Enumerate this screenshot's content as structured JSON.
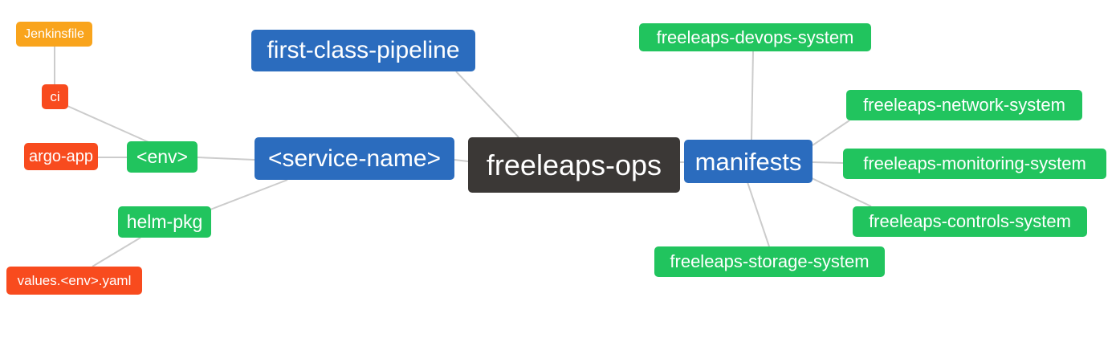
{
  "mindmap": {
    "root": "freeleaps-ops",
    "nodes": {
      "first_class_pipeline": "first-class-pipeline",
      "service_name": "<service-name>",
      "env": "<env>",
      "ci": "ci",
      "jenkinsfile": "Jenkinsfile",
      "argo_app": "argo-app",
      "helm_pkg": "helm-pkg",
      "values_env_yaml": "values.<env>.yaml",
      "manifests": "manifests",
      "devops_system": "freeleaps-devops-system",
      "network_system": "freeleaps-network-system",
      "monitoring_system": "freeleaps-monitoring-system",
      "controls_system": "freeleaps-controls-system",
      "storage_system": "freeleaps-storage-system"
    },
    "edges": [
      [
        "jenkinsfile",
        "ci"
      ],
      [
        "ci",
        "env"
      ],
      [
        "argo_app",
        "env"
      ],
      [
        "env",
        "service_name"
      ],
      [
        "helm_pkg",
        "service_name"
      ],
      [
        "values_env_yaml",
        "helm_pkg"
      ],
      [
        "first_class_pipeline",
        "freeleaps-ops"
      ],
      [
        "service_name",
        "freeleaps-ops"
      ],
      [
        "freeleaps-ops",
        "manifests"
      ],
      [
        "manifests",
        "devops_system"
      ],
      [
        "manifests",
        "network_system"
      ],
      [
        "manifests",
        "monitoring_system"
      ],
      [
        "manifests",
        "controls_system"
      ],
      [
        "manifests",
        "storage_system"
      ]
    ],
    "colors": {
      "primary_blue": "#2b6cbe",
      "green": "#21c45e",
      "orange": "#f9a41c",
      "red_orange": "#f84b1e",
      "dark": "#3b3836",
      "edge_line": "#cccccc"
    }
  }
}
